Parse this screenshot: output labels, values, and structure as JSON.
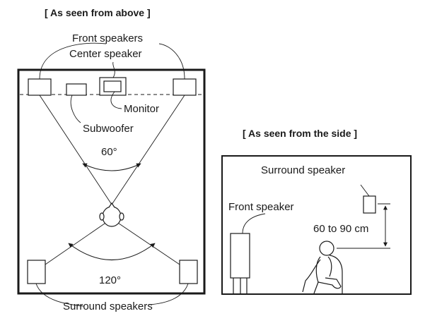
{
  "top_view": {
    "heading": "[ As seen from above ]",
    "front_speakers": "Front speakers",
    "center_speaker": "Center speaker",
    "monitor": "Monitor",
    "subwoofer": "Subwoofer",
    "front_angle": "60°",
    "surround_angle": "120°",
    "surround_speakers": "Surround speakers"
  },
  "side_view": {
    "heading": "[ As seen from the side ]",
    "surround_speaker": "Surround speaker",
    "front_speaker": "Front speaker",
    "height": "60 to 90 cm"
  }
}
